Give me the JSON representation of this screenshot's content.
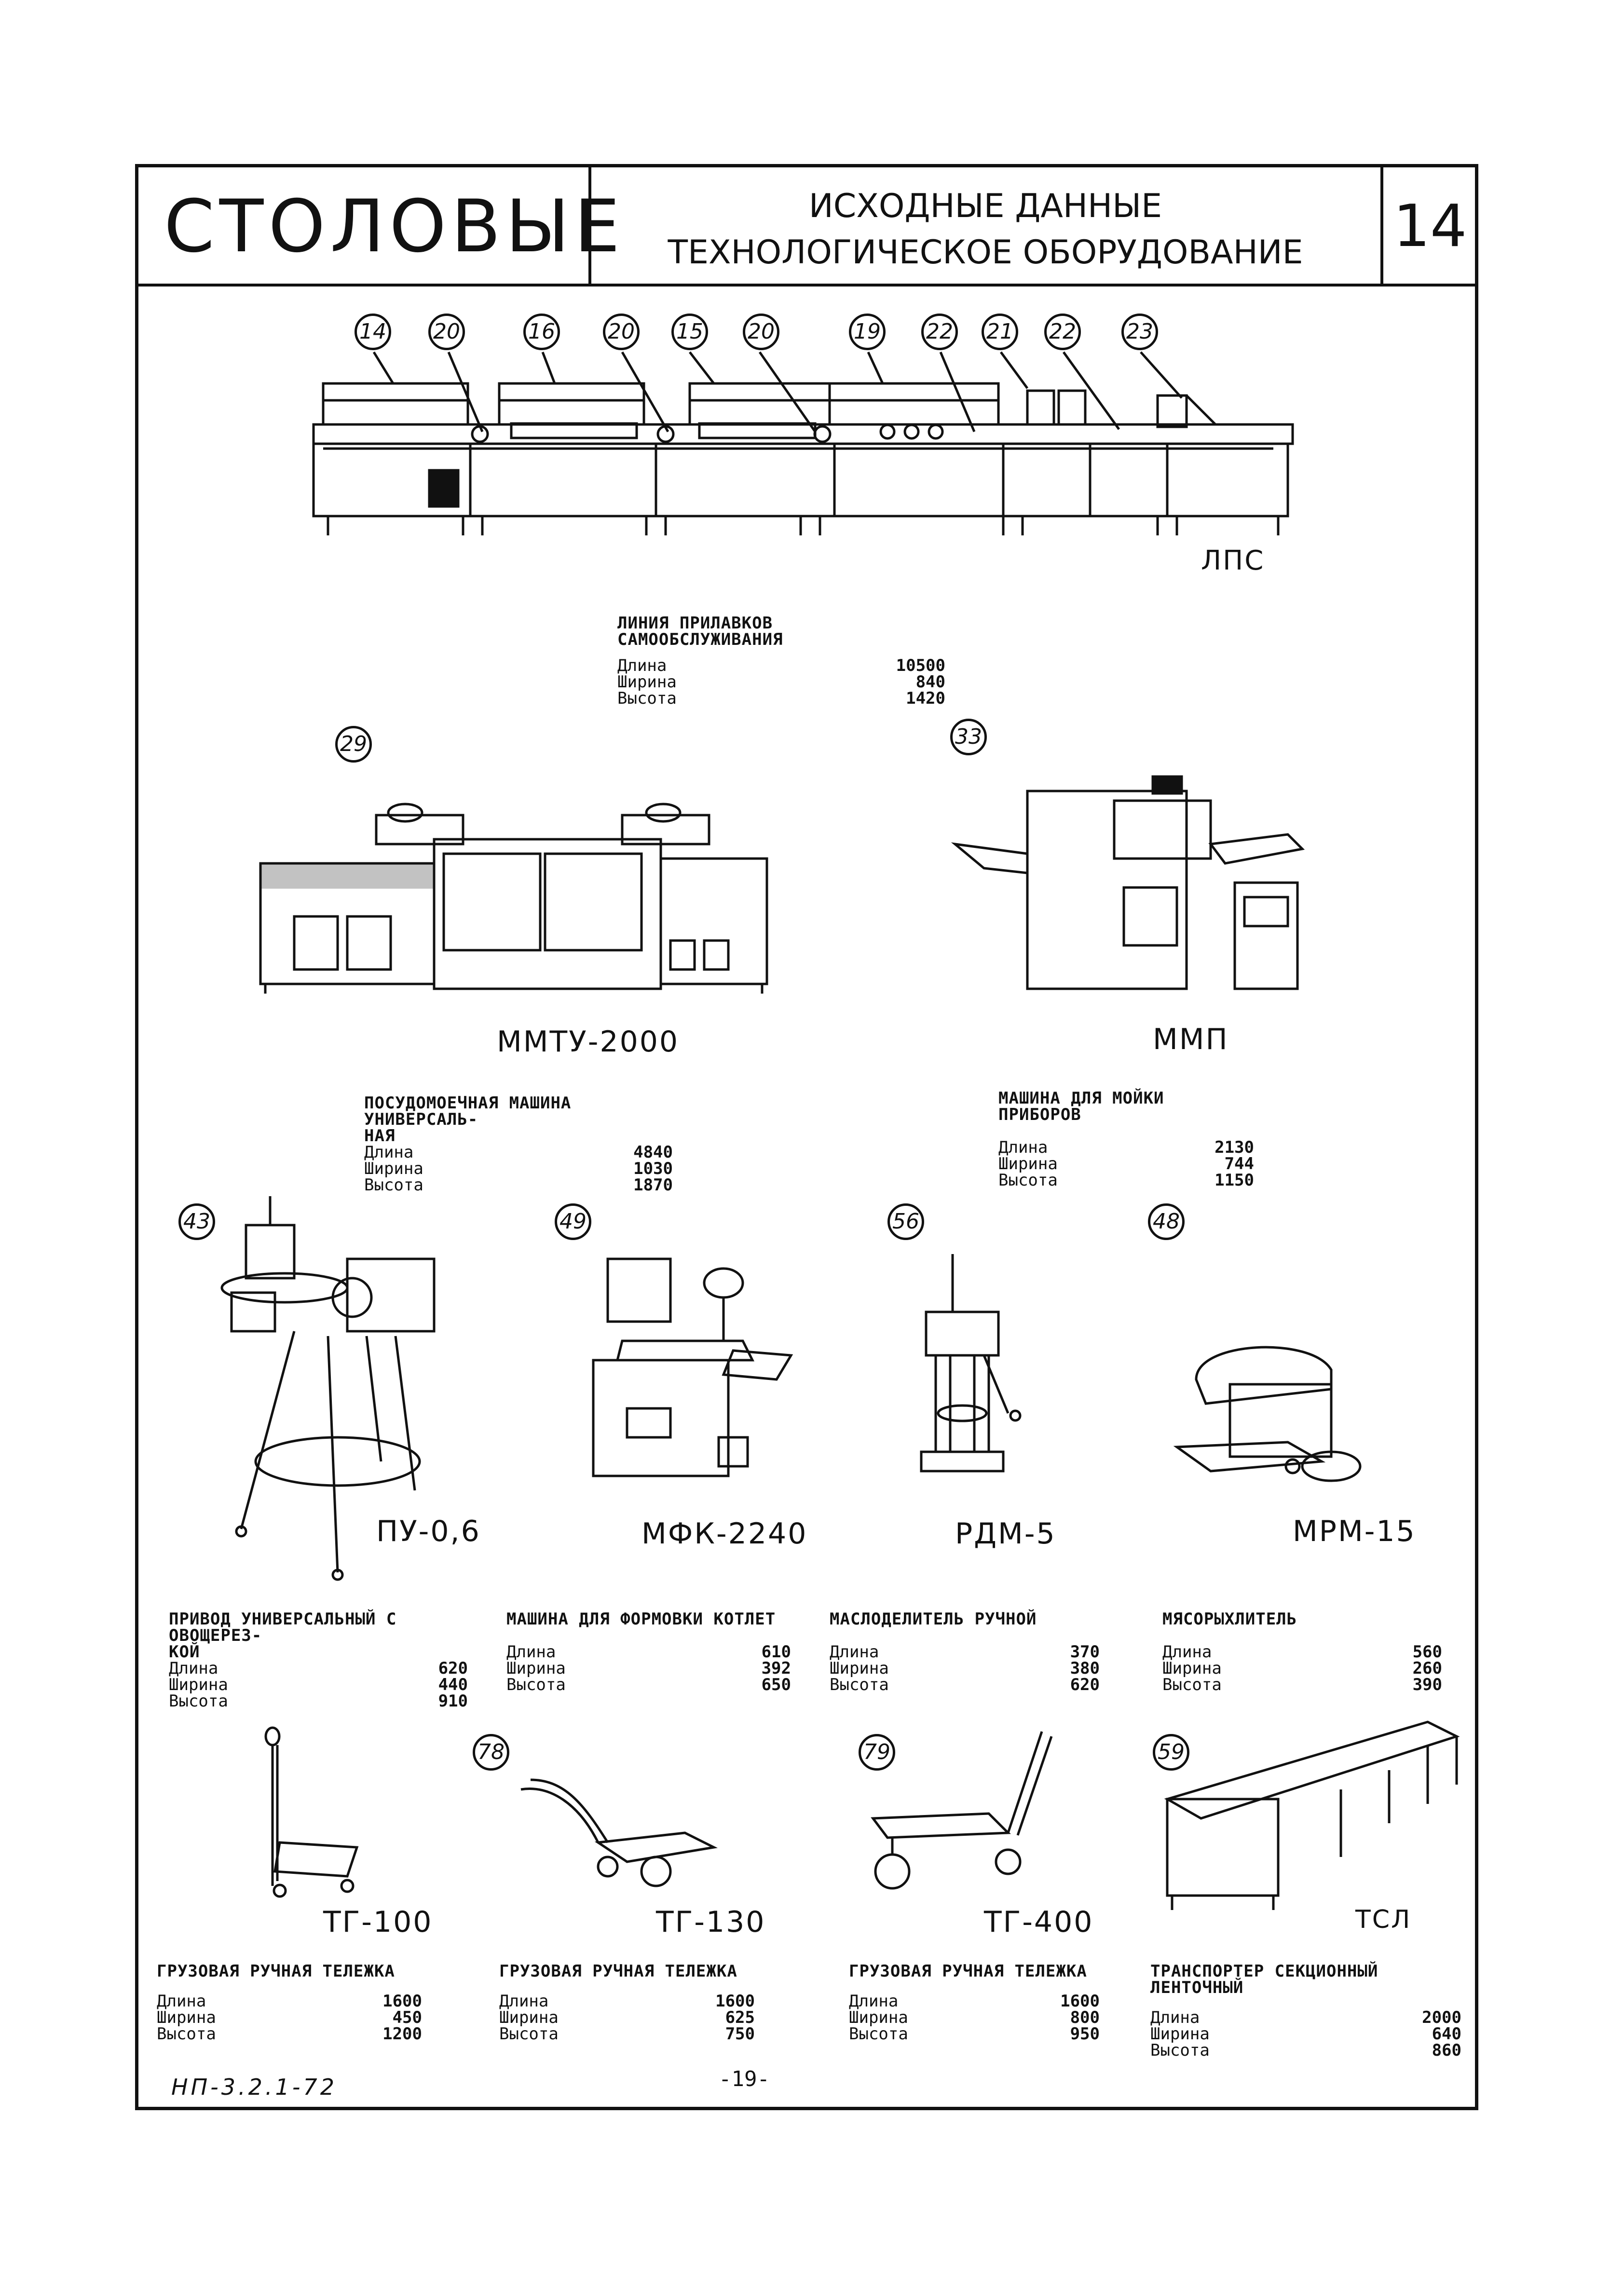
{
  "header": {
    "brand": "СТОЛОВЫЕ",
    "title_line1": "ИСХОДНЫЕ ДАННЫЕ",
    "title_line2": "ТЕХНОЛОГИЧЕСКОЕ ОБОРУДОВАНИЕ",
    "page_number": "14"
  },
  "dim_labels": {
    "length": "Длина",
    "width": "Ширина",
    "height": "Высота"
  },
  "line": {
    "numbers": [
      "14",
      "20",
      "16",
      "20",
      "15",
      "20",
      "19",
      "22",
      "21",
      "22",
      "23"
    ],
    "model": "ЛПС",
    "desc": "ЛИНИЯ ПРИЛАВКОВ САМООБСЛУЖИВАНИЯ",
    "length": "10500",
    "width": "840",
    "height": "1420"
  },
  "items": {
    "mmtu": {
      "num": "29",
      "model": "ММТУ-2000",
      "desc1": "ПОСУДОМОЕЧНАЯ МАШИНА УНИВЕРСАЛЬ-",
      "desc2": "НАЯ",
      "length": "4840",
      "width": "1030",
      "height": "1870"
    },
    "mmp": {
      "num": "33",
      "model": "ММП",
      "desc1": "МАШИНА ДЛЯ МОЙКИ ПРИБОРОВ",
      "length": "2130",
      "width": "744",
      "height": "1150"
    },
    "pu": {
      "num": "43",
      "model": "ПУ-0,6",
      "desc1": "ПРИВОД УНИВЕРСАЛЬНЫЙ С ОВОЩЕРЕЗ-",
      "desc2": "КОЙ",
      "length": "620",
      "width": "440",
      "height": "910"
    },
    "mfk": {
      "num": "49",
      "model": "МФК-2240",
      "desc1": "МАШИНА ДЛЯ ФОРМОВКИ КОТЛЕТ",
      "length": "610",
      "width": "392",
      "height": "650"
    },
    "rdm": {
      "num": "56",
      "model": "РДМ-5",
      "desc1": "МАСЛОДЕЛИТЕЛЬ РУЧНОЙ",
      "length": "370",
      "width": "380",
      "height": "620"
    },
    "mrm": {
      "num": "48",
      "model": "МРМ-15",
      "desc1": "МЯСОРЫХЛИТЕЛЬ",
      "length": "560",
      "width": "260",
      "height": "390"
    },
    "tg100": {
      "num": "",
      "model": "ТГ-100",
      "desc1": "ГРУЗОВАЯ РУЧНАЯ ТЕЛЕЖКА",
      "length": "1600",
      "width": "450",
      "height": "1200"
    },
    "tg130": {
      "num": "78",
      "model": "ТГ-130",
      "desc1": "ГРУЗОВАЯ РУЧНАЯ ТЕЛЕЖКА",
      "length": "1600",
      "width": "625",
      "height": "750"
    },
    "tg400": {
      "num": "79",
      "model": "ТГ-400",
      "desc1": "ГРУЗОВАЯ РУЧНАЯ ТЕЛЕЖКА",
      "length": "1600",
      "width": "800",
      "height": "950"
    },
    "tsl": {
      "num": "59",
      "model": "ТСЛ",
      "desc1": "ТРАНСПОРТЕР СЕКЦИОННЫЙ ЛЕНТОЧНЫЙ",
      "length": "2000",
      "width": "640",
      "height": "860"
    }
  },
  "footer": {
    "code": "НП-3.2.1-72",
    "page": "-19-"
  }
}
